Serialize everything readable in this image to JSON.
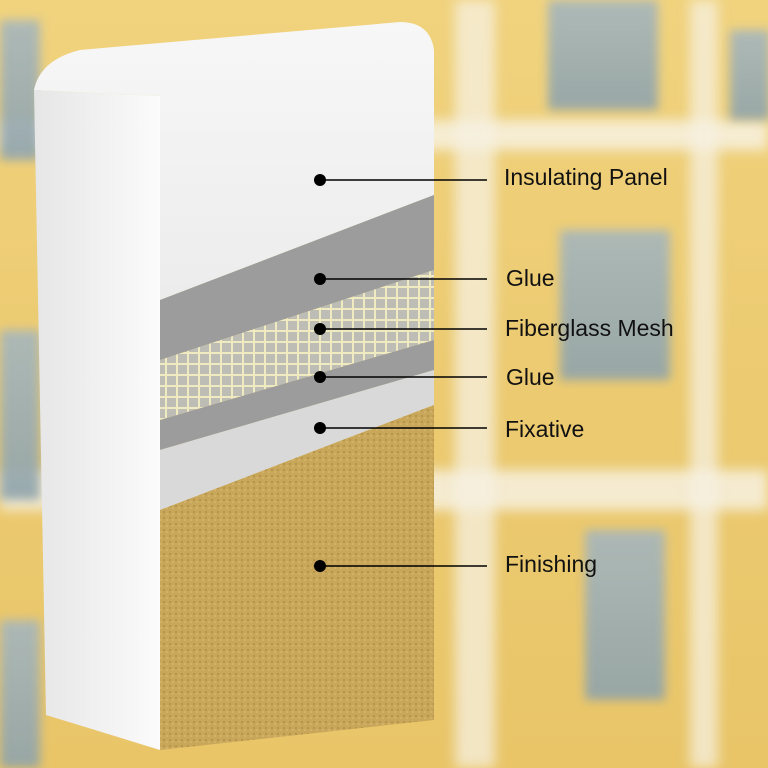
{
  "labels": {
    "insulating_panel": "Insulating Panel",
    "glue_top": "Glue",
    "fiberglass_mesh": "Fiberglass Mesh",
    "glue_bottom": "Glue",
    "fixative": "Fixative",
    "finishing": "Finishing"
  },
  "colors": {
    "panel": "#f3f3f3",
    "glue": "#9c9c9c",
    "mesh": "#e8e4b0",
    "fixative": "#d9d9d9",
    "finishing": "#c9a75a",
    "background": "#ecca70"
  }
}
